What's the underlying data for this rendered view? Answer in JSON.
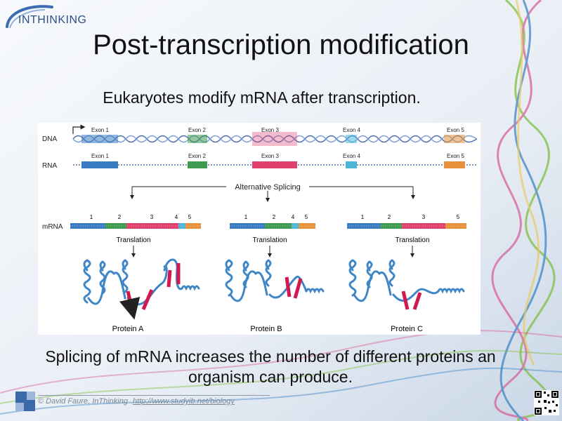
{
  "logo": {
    "text": "INTHINKING"
  },
  "title": "Post-transcription modification",
  "subtitle": "Eukaryotes modify mRNA after transcription.",
  "figure": {
    "dna_label": "DNA",
    "rna_label": "RNA",
    "mrna_label": "mRNA",
    "exons": [
      "Exon 1",
      "Exon 2",
      "Exon 3",
      "Exon 4",
      "Exon 5"
    ],
    "splicing_label": "Alternative Splicing",
    "translation_label": "Translation",
    "variants": [
      {
        "numbers": [
          "1",
          "2",
          "3",
          "4",
          "5"
        ],
        "protein": "Protein A"
      },
      {
        "numbers": [
          "1",
          "2",
          "4",
          "5"
        ],
        "protein": "Protein B"
      },
      {
        "numbers": [
          "1",
          "2",
          "3",
          "5"
        ],
        "protein": "Protein C"
      }
    ]
  },
  "bottom_text": "Splicing of mRNA increases the number of different proteins an organism can produce.",
  "footer": {
    "author": "© David Faure, InThinking",
    "link": "http://www.studyib.net/biology"
  },
  "colors": {
    "exon1": "#3a7cc2",
    "exon2": "#3f9b4f",
    "exon3": "#e0406b",
    "exon4": "#4db6d8",
    "exon5": "#e6923c",
    "protein_helix": "#3f86c6",
    "protein_arrow": "#d1194f"
  }
}
